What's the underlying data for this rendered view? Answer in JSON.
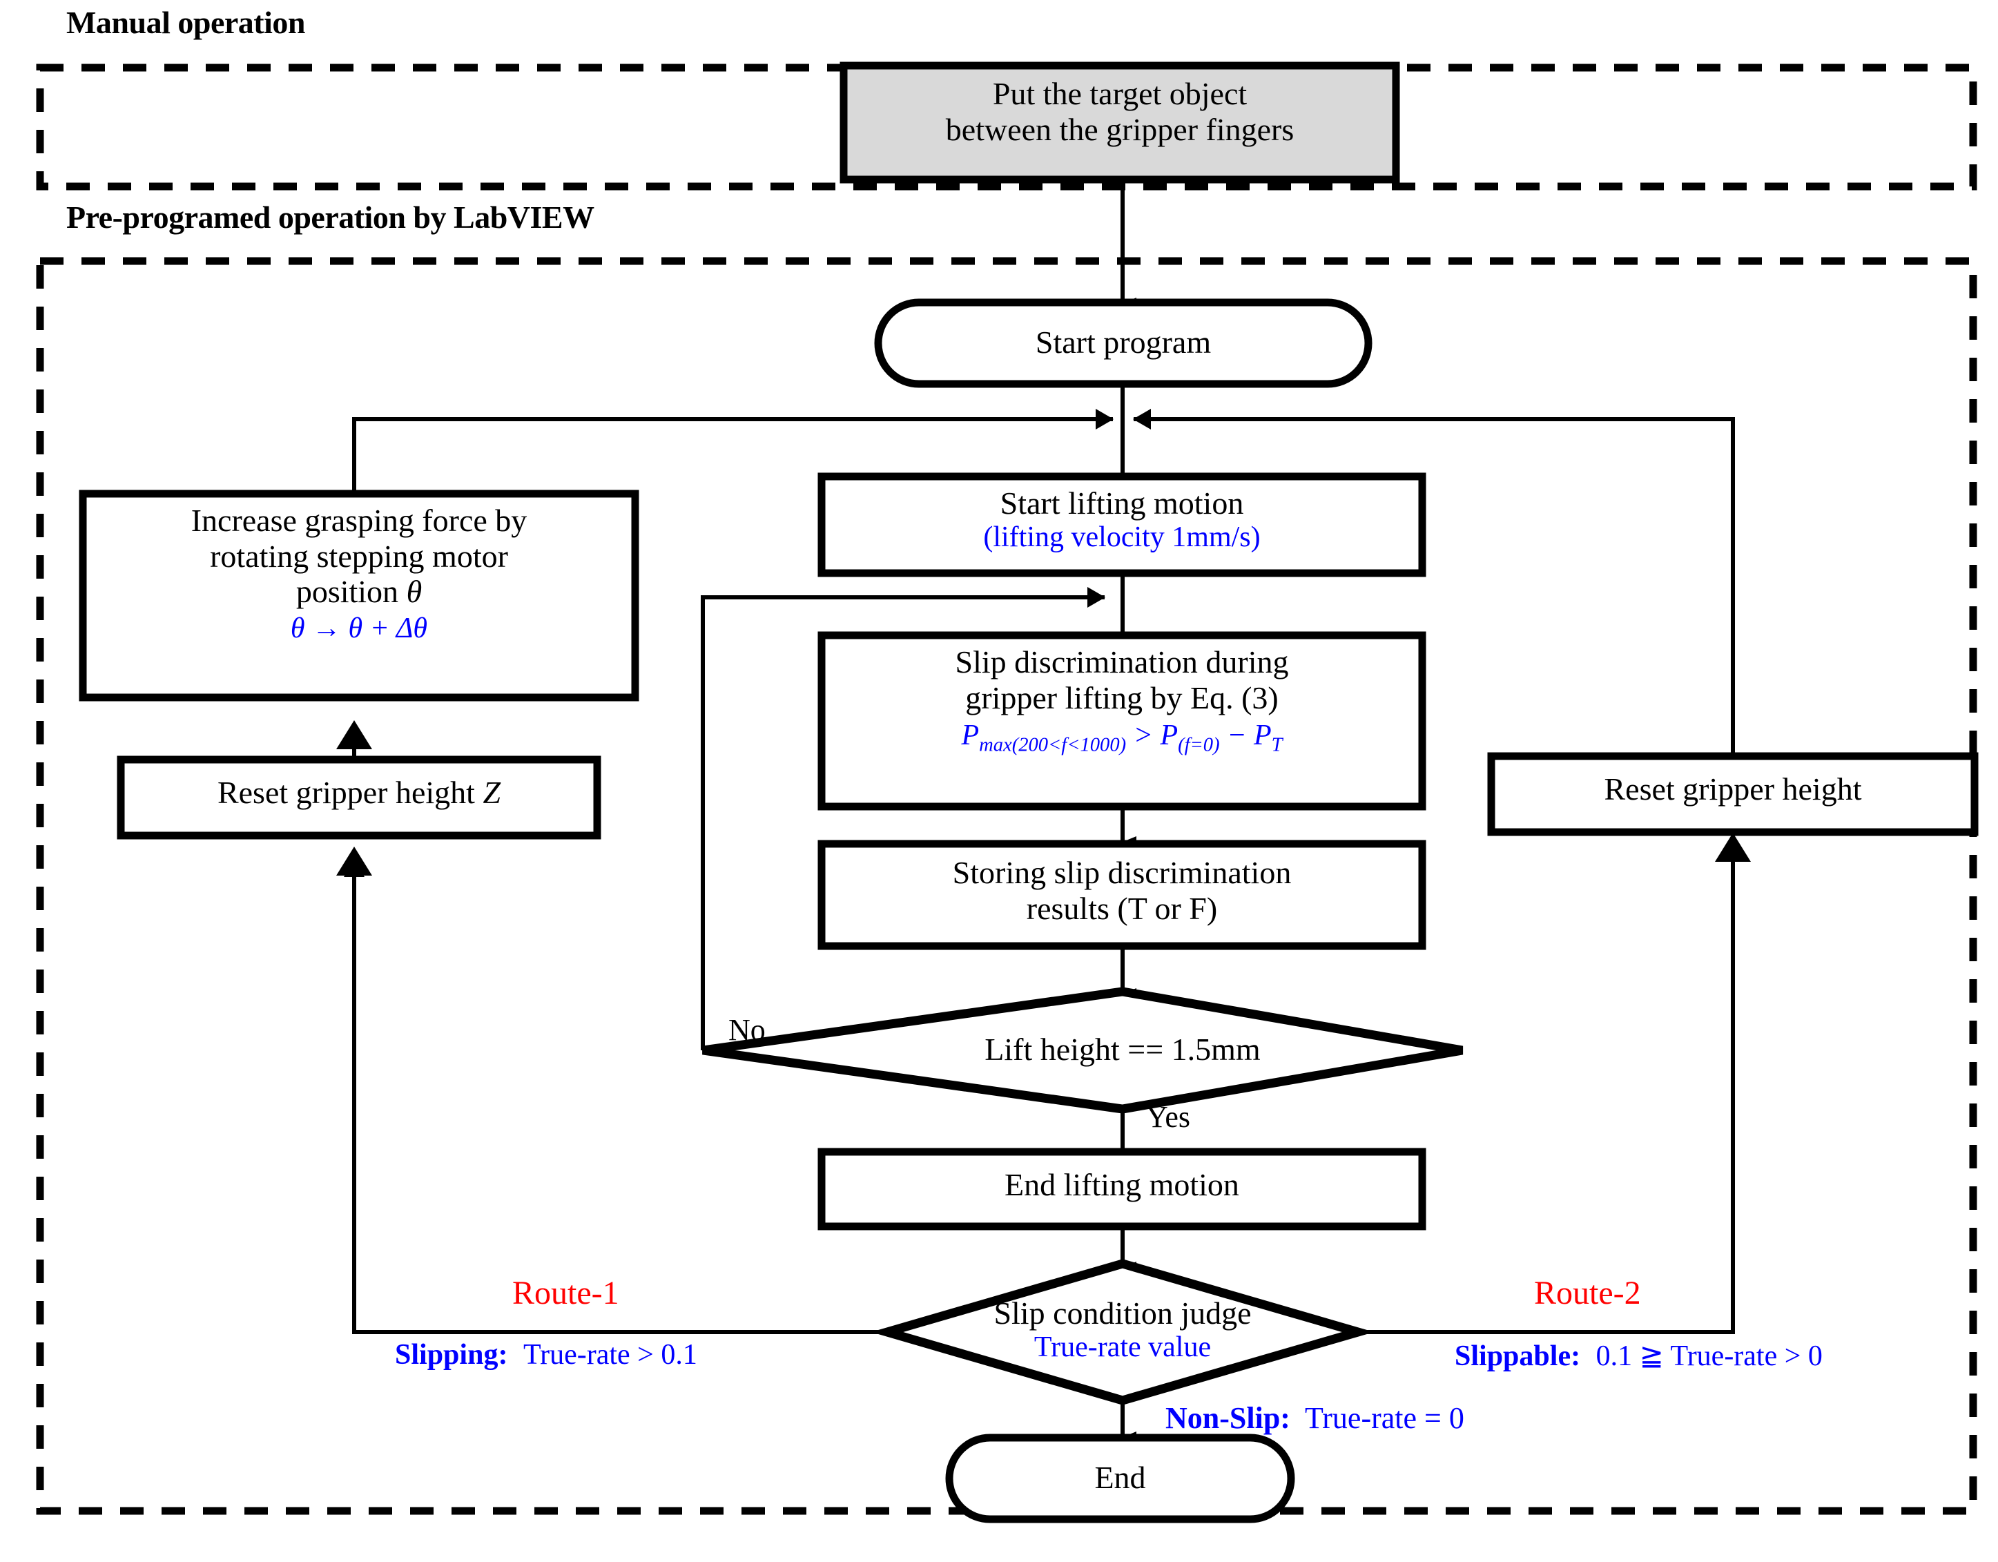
{
  "diagram": {
    "type": "flowchart",
    "title_groups": [
      {
        "id": "manual",
        "label": "Manual operation"
      },
      {
        "id": "preprogramed",
        "label": "Pre-programed operation by LabVIEW"
      }
    ],
    "colors": {
      "stroke": "#000000",
      "fill_default": "#ffffff",
      "fill_manual_step": "#d9d9d9",
      "accent_blue": "#0000ff",
      "accent_red": "#ff0000"
    },
    "nodes": {
      "put_object": {
        "shape": "process",
        "line1": "Put the target object",
        "line2": "between the gripper fingers"
      },
      "start_program": {
        "shape": "terminator",
        "label": "Start program"
      },
      "start_lifting": {
        "shape": "process",
        "line1": "Start lifting motion",
        "line2": "(lifting velocity 1mm/s)"
      },
      "slip_discrimination": {
        "shape": "process",
        "line1": "Slip discrimination during",
        "line2": "gripper lifting by Eq. (3)",
        "equation_plain": "P_max(200<f<1000) > P_(f=0) - P_T",
        "equation_parts": {
          "p1_base": "P",
          "p1_sub": "max(200<f<1000)",
          "operator": ">",
          "p2_base": "P",
          "p2_sub": "(f=0)",
          "minus": "−",
          "p3_base": "P",
          "p3_sub": "T"
        }
      },
      "storing_results": {
        "shape": "process",
        "line1": "Storing slip discrimination",
        "line2": "results (T or F)"
      },
      "lift_height_check": {
        "shape": "decision",
        "label": "Lift height == 1.5mm"
      },
      "end_lifting": {
        "shape": "process",
        "label": "End lifting motion"
      },
      "slip_condition_judge": {
        "shape": "decision",
        "line1": "Slip condition judge",
        "line2": "True-rate value"
      },
      "increase_force": {
        "shape": "process",
        "line1": "Increase grasping force by",
        "line2": "rotating stepping motor",
        "line3_prefix": "position ",
        "line3_symbol": "θ",
        "equation": "θ → θ + Δθ"
      },
      "reset_height_z": {
        "shape": "process",
        "label_prefix": "Reset gripper height ",
        "label_symbol": "Z"
      },
      "reset_height": {
        "shape": "process",
        "label": "Reset gripper height"
      },
      "end": {
        "shape": "terminator",
        "label": "End"
      }
    },
    "edge_labels": {
      "no": "No",
      "yes": "Yes",
      "route1": "Route-1",
      "route2": "Route-2",
      "slipping_bold": "Slipping:",
      "slipping_cond": "True-rate > 0.1",
      "slippable_bold": "Slippable:",
      "slippable_cond": "0.1 ≧ True-rate > 0",
      "nonslip_bold_a": "Non",
      "nonslip_bold_b": "-Slip:",
      "nonslip_cond": "True-rate = 0"
    }
  }
}
